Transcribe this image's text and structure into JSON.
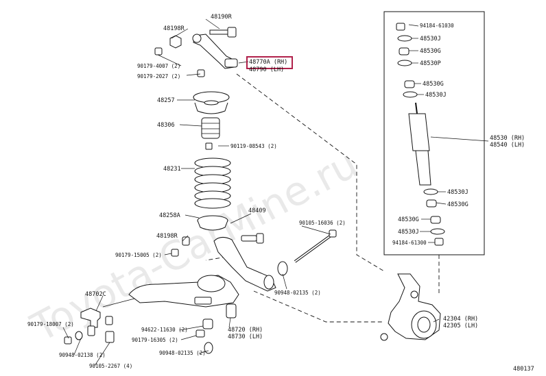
{
  "watermark": "Toyota-CarMine.ru",
  "diagram_id": "480137",
  "highlight_color": "#b0204a",
  "labels": {
    "p48190R": "48190R",
    "p48198R_top": "48198R",
    "p90179_4007": "90179-4007 (2)",
    "p90179_2027": "90179-2027 (2)",
    "p48770A_rh": "48770A (RH)",
    "p48790_lh": "48790 (LH)",
    "p48257": "48257",
    "p48306": "48306",
    "p90119_08543": "90119-08543 (2)",
    "p48231": "48231",
    "p48258A": "48258A",
    "p48409": "48409",
    "p48198R_mid": "48198R",
    "p90179_15005": "90179-15005 (2)",
    "p90105_16036": "90105-16036 (2)",
    "p90948_02135_a": "90948-02135 (2)",
    "p48702C": "48702C",
    "p90179_18007": "90179-18007 (2)",
    "p90948_02138": "90948-02138 (2)",
    "p90105_2267": "90105-2267 (4)",
    "p94622_11630": "94622-11630 (2)",
    "p90179_16305": "90179-16305 (2)",
    "p90948_02135_b": "90948-02135 (2)",
    "p48720_rh": "48720 (RH)",
    "p48730_lh": "48730 (LH)",
    "p42304_rh": "42304 (RH)",
    "p42305_lh": "42305 (LH)",
    "p94184_61030": "94184-61030",
    "p48530J_1": "48530J",
    "p48530G_1": "48530G",
    "p48530P": "48530P",
    "p48530G_2": "48530G",
    "p48530J_2": "48530J",
    "p48530_rh": "48530 (RH)",
    "p48540_lh": "48540 (LH)",
    "p48530J_3": "48530J",
    "p48530G_3": "48530G",
    "p48530G_4": "48530G",
    "p48530J_4": "48530J",
    "p94184_61300": "94184-61300"
  }
}
